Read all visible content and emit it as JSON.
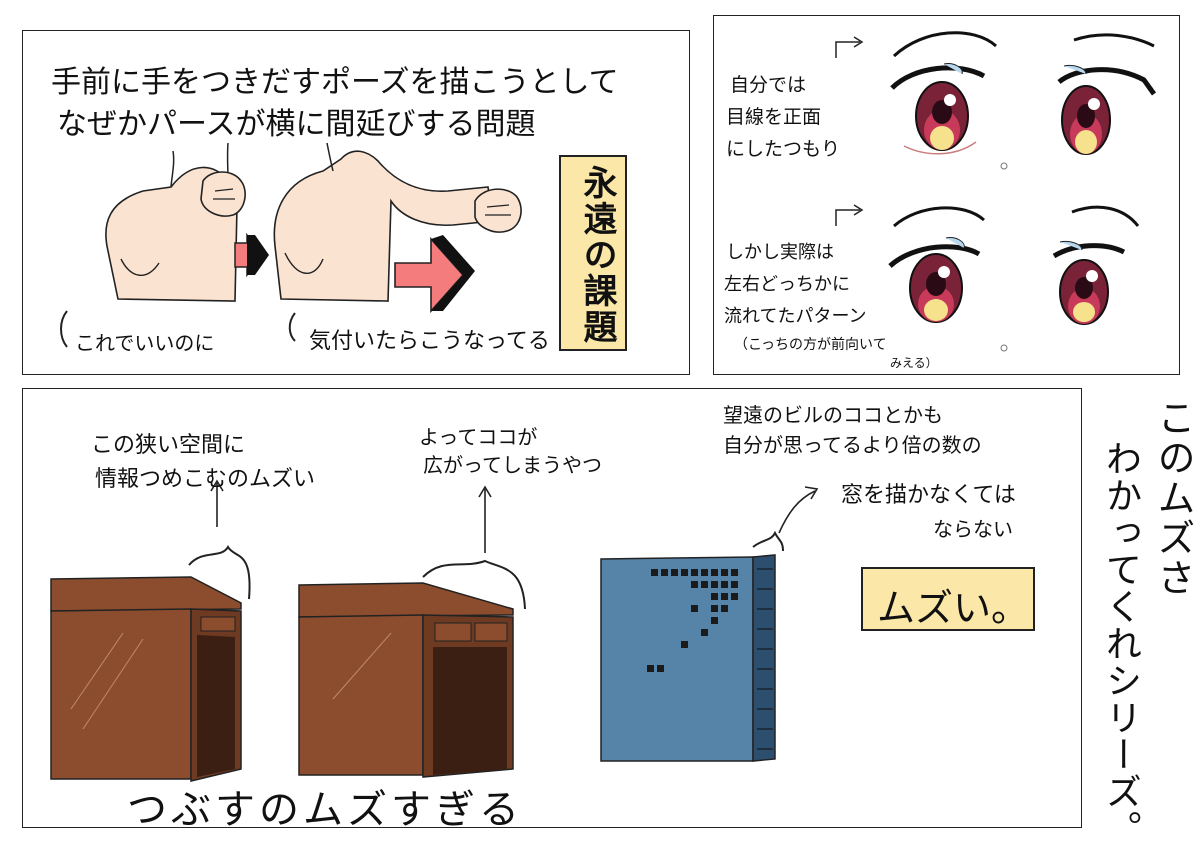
{
  "panel1": {
    "title_line1": "手前に手をつきだすポーズを描こうとして",
    "title_line2": "なぜかパースが横に間延びする問題",
    "caption_left": "これでいいのに",
    "caption_right": "気付いたらこうなってる",
    "vertical_label": "永遠の課題"
  },
  "panel2": {
    "note_top_l1": "自分では",
    "note_top_l2": "目線を正面",
    "note_top_l3": "にしたつもり",
    "note_bottom_l1": "しかし実際は",
    "note_bottom_l2": "左右どっちかに",
    "note_bottom_l3": "流れてたパターン",
    "note_bottom_l4": "（こっちの方が前向いて",
    "note_bottom_l5": "みえる）"
  },
  "panel3": {
    "note_left_l1": "この狭い空間に",
    "note_left_l2": "情報つめこむのムズい",
    "note_mid_l1": "よってココが",
    "note_mid_l2": "広がってしまうやつ",
    "note_right_l1": "望遠のビルのココとかも",
    "note_right_l2": "自分が思ってるより倍の数の",
    "note_right_l3": "窓を描かなくては",
    "note_right_l4": "ならない",
    "label_box": "ムズい。",
    "caption_bottom": "つぶすのムズすぎる"
  },
  "side": {
    "vertical_col1": "このムズさ",
    "vertical_col2": "わかってくれシリーズ。"
  },
  "colors": {
    "skin": "#fbe3d2",
    "arrow_pink": "#f47c7c",
    "label_yellow": "#fbe7a8",
    "wood": "#8b4d2e",
    "wood_dark": "#3b1f12",
    "building_blue": "#5683a8",
    "iris": "#7a2238"
  }
}
